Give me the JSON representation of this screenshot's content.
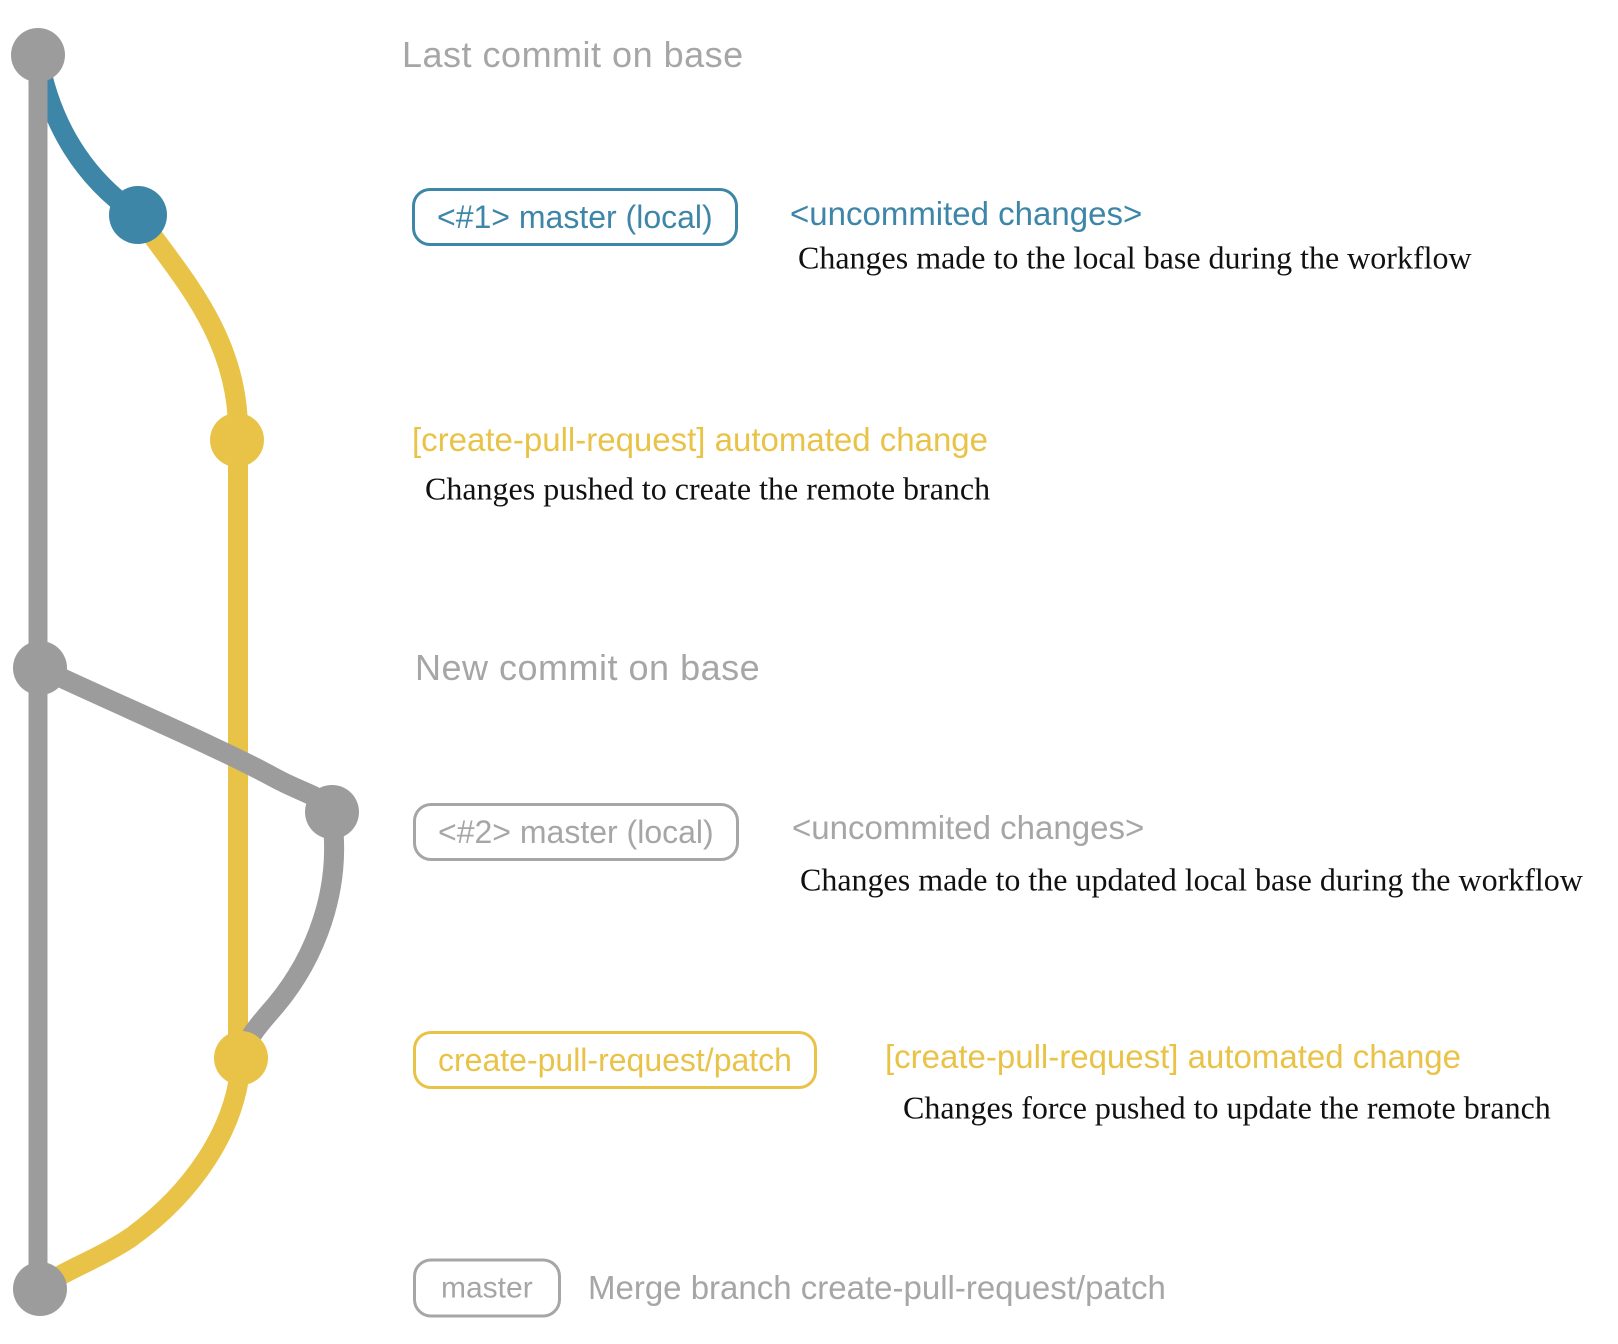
{
  "colors": {
    "base_branch": "#9c9c9c",
    "local_branch": "#3e86a8",
    "patch_branch": "#e9c348",
    "note_text": "#a6a6a6",
    "description_text": "#111111"
  },
  "rows": [
    {
      "kind": "note",
      "text": "Last commit on base"
    },
    {
      "kind": "commit",
      "badge": "<#1> master (local)",
      "message": "<uncommited changes>",
      "description": "Changes made to the local base during the workflow"
    },
    {
      "kind": "commit",
      "message": "[create-pull-request] automated change",
      "description": "Changes pushed to create the remote branch"
    },
    {
      "kind": "note",
      "text": "New commit on base"
    },
    {
      "kind": "commit",
      "badge": "<#2> master (local)",
      "message": "<uncommited changes>",
      "description": "Changes made to the updated local base during the workflow"
    },
    {
      "kind": "commit",
      "badge": "create-pull-request/patch",
      "message": "[create-pull-request] automated change",
      "description": "Changes force pushed to update the remote branch"
    },
    {
      "kind": "commit",
      "badge": "master",
      "message": "Merge branch create-pull-request/patch"
    }
  ]
}
